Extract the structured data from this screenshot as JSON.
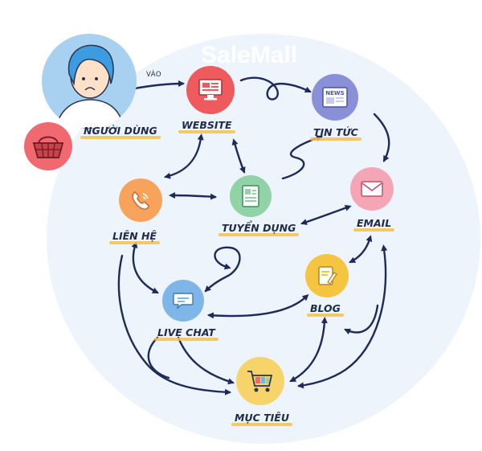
{
  "watermark": "SaleMall",
  "user": {
    "label": "NGƯỜI DÙNG",
    "arrow_label": "VÀO"
  },
  "nodes": {
    "website": {
      "label": "WEBSITE",
      "color": "#ee5a5e"
    },
    "tintuc": {
      "label": "TIN TỨC",
      "color": "#8a90d8",
      "icon_text": "NEWS"
    },
    "email": {
      "label": "EMAIL",
      "color": "#f5a6b6"
    },
    "lienhe": {
      "label": "LIÊN HỆ",
      "color": "#f7a35c"
    },
    "tuyendung": {
      "label": "TUYỂN DỤNG",
      "color": "#8fd3a6"
    },
    "blog": {
      "label": "BLOG",
      "color": "#f5c542"
    },
    "livechat": {
      "label": "LIVE CHAT",
      "color": "#7fb6e8"
    },
    "muctieu": {
      "label": "MỤC TIÊU",
      "color": "#f7d46a"
    }
  },
  "colors": {
    "arrow": "#1d2a5a",
    "underline": "#f3c14a",
    "background": "#eef4fb"
  }
}
